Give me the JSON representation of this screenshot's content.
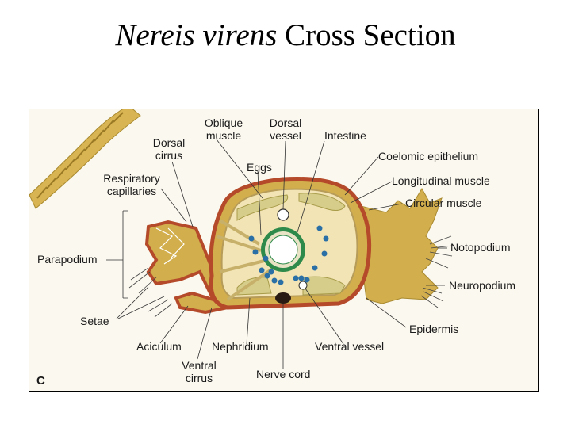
{
  "title": {
    "species": "Nereis virens",
    "rest": " Cross Section"
  },
  "figure": {
    "panel_letter": "C",
    "labels": {
      "oblique_muscle": [
        "Oblique",
        "muscle"
      ],
      "dorsal_vessel": [
        "Dorsal",
        "vessel"
      ],
      "intestine": "Intestine",
      "dorsal_cirrus": [
        "Dorsal",
        "cirrus"
      ],
      "coelomic_epithelium": "Coelomic epithelium",
      "eggs": "Eggs",
      "longitudinal_muscle": "Longitudinal muscle",
      "respiratory_capillaries": [
        "Respiratory",
        "capillaries"
      ],
      "circular_muscle": "Circular muscle",
      "notopodium": "Notopodium",
      "parapodium": "Parapodium",
      "neuropodium": "Neuropodium",
      "setae": "Setae",
      "epidermis": "Epidermis",
      "aciculum": "Aciculum",
      "nephridium": "Nephridium",
      "ventral_vessel": "Ventral vessel",
      "ventral_cirrus": [
        "Ventral",
        "cirrus"
      ],
      "nerve_cord": "Nerve cord"
    },
    "colors": {
      "body_tan": "#d2ae4c",
      "epidermis_red": "#b44a2a",
      "egg_blue": "#2a6fa6",
      "intestine_green": "#2e8a4a",
      "background": "#fbf8ef"
    }
  }
}
